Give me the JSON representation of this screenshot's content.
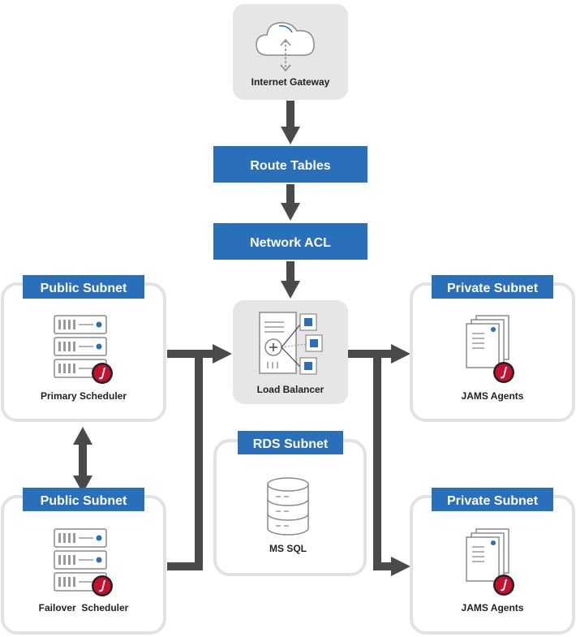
{
  "gateway": {
    "label": "Internet Gateway"
  },
  "route_tables": {
    "label": "Route Tables"
  },
  "network_acl": {
    "label": "Network ACL"
  },
  "load_balancer": {
    "label": "Load Balancer"
  },
  "public_subnet_primary": {
    "title": "Public Subnet",
    "label": "Primary Scheduler"
  },
  "public_subnet_failover": {
    "title": "Public Subnet",
    "label": "Failover  Scheduler"
  },
  "rds_subnet": {
    "title": "RDS Subnet",
    "label": "MS SQL"
  },
  "private_subnet_top": {
    "title": "Private Subnet",
    "label": "JAMS Agents"
  },
  "private_subnet_bottom": {
    "title": "Private Subnet",
    "label": "JAMS Agents"
  },
  "colors": {
    "accent_blue": "#2a6fba",
    "arrow_gray": "#4a4a4a",
    "panel_gray": "#e6e6e6",
    "subnet_border": "#e2e2e2",
    "badge_red": "#c8102e",
    "icon_gray": "#8a8a8a"
  },
  "icons": {
    "gateway": "cloud-icon",
    "scheduler": "server-rack-icon",
    "agents": "document-stack-icon",
    "database": "database-icon",
    "jams": "jams-badge-icon"
  }
}
